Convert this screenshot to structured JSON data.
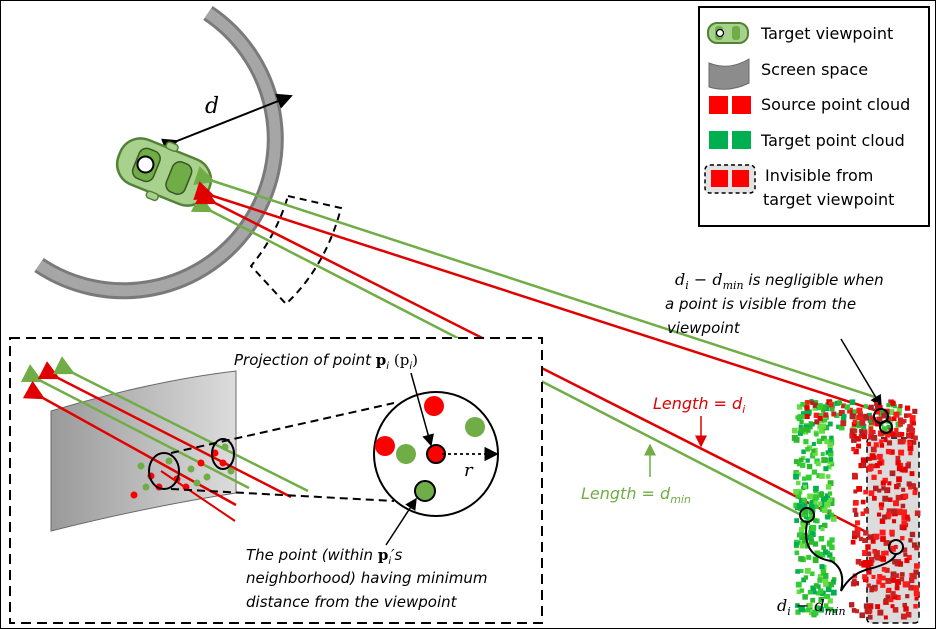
{
  "legend": {
    "items": [
      {
        "label": "Target viewpoint",
        "icon": "car-icon"
      },
      {
        "label": "Screen space",
        "icon": "screen-space-icon"
      },
      {
        "label": "Source point cloud",
        "icon": "red-squares-icon",
        "color": "#ff0000"
      },
      {
        "label": "Target point cloud",
        "icon": "green-squares-icon",
        "color": "#00b050"
      },
      {
        "label_line1": "Invisible from",
        "label_line2": "target viewpoint",
        "icon": "dashed-red-squares-icon"
      }
    ]
  },
  "labels": {
    "d": "d",
    "length_di": "Length = d",
    "length_di_sub": "i",
    "length_dmin": "Length = d",
    "length_dmin_sub": "min",
    "neg_line1_sub": "i",
    "neg_line1_mid": " − d",
    "neg_line1_sub2": "min",
    "neg_line1_tail": " is negligible when",
    "neg_line2": "a point is visible from the",
    "neg_line3": "viewpoint",
    "diff_d": "d",
    "diff_sub": "i",
    "diff_mid": " − d",
    "diff_sub2": "min",
    "proj_text": "Projection of point ",
    "proj_p": "p",
    "proj_sub": "i",
    "proj_paren": " (p",
    "proj_paren_sub": "i",
    "proj_close": ")",
    "r": "r",
    "min_line1a": "The point (within ",
    "min_line1b": "p",
    "min_line1c": "i",
    "min_line1d": "′s",
    "min_line2": "neighborhood) having minimum",
    "min_line3": "distance from the viewpoint"
  },
  "colors": {
    "red": "#ff0000",
    "green": "#00b050",
    "ray_green": "#70ad47",
    "ray_red": "#e00000",
    "screen": "#8c8c8c",
    "car": "#8fbc5a"
  }
}
